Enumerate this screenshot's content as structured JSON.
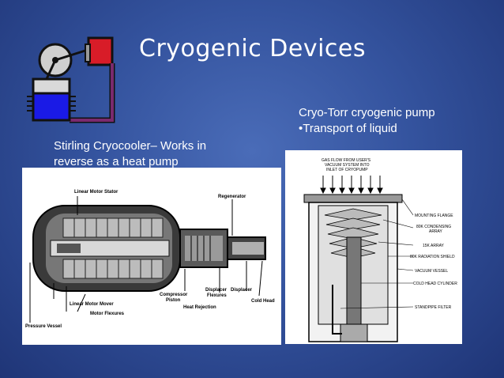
{
  "slide": {
    "title": "Cryogenic Devices",
    "cryo_heading": "Cryo-Torr cryogenic pump",
    "cryo_bullet": "•Transport of liquid",
    "stirling_line1": "Stirling Cryocooler– Works in",
    "stirling_line2": "reverse as a heat pump"
  },
  "stirling_diagram": {
    "labels": {
      "linear_motor_stator": "Linear Motor Stator",
      "regenerator": "Regenerator",
      "compressor_piston_1": "Compressor",
      "compressor_piston_2": "Piston",
      "displacer_flexures_1": "Displacer",
      "displacer_flexures_2": "Flexures",
      "displacer": "Displacer",
      "heat_rejection": "Heat Rejection",
      "cold_head": "Cold Head",
      "linear_motor_mover": "Linear Motor Mover",
      "motor_flexures": "Motor Flexures",
      "pressure_vessel": "Pressure Vessel"
    }
  },
  "cryopump_diagram": {
    "labels": {
      "gas_flow_1": "GAS FLOW FROM USER'S",
      "gas_flow_2": "VACUUM SYSTEM INTO",
      "gas_flow_3": "INLET OF CRYOPUMP",
      "mounting_flange": "MOUNTING FLANGE",
      "condensing_1": "80K CONDENSING",
      "condensing_2": "ARRAY",
      "array_15k": "15K ARRAY",
      "radiation_shield": "80K RADIATION SHIELD",
      "vacuum_vessel": "VACUUM VESSEL",
      "cold_head_cylinder": "COLD HEAD CYLINDER",
      "standpipe_filter": "STANDPIPE FILTER"
    }
  },
  "colors": {
    "background": "#34539e",
    "hot_cylinder": "#d81c28",
    "cold_reservoir": "#1a1ae6",
    "tube": "#7a2a6e"
  }
}
